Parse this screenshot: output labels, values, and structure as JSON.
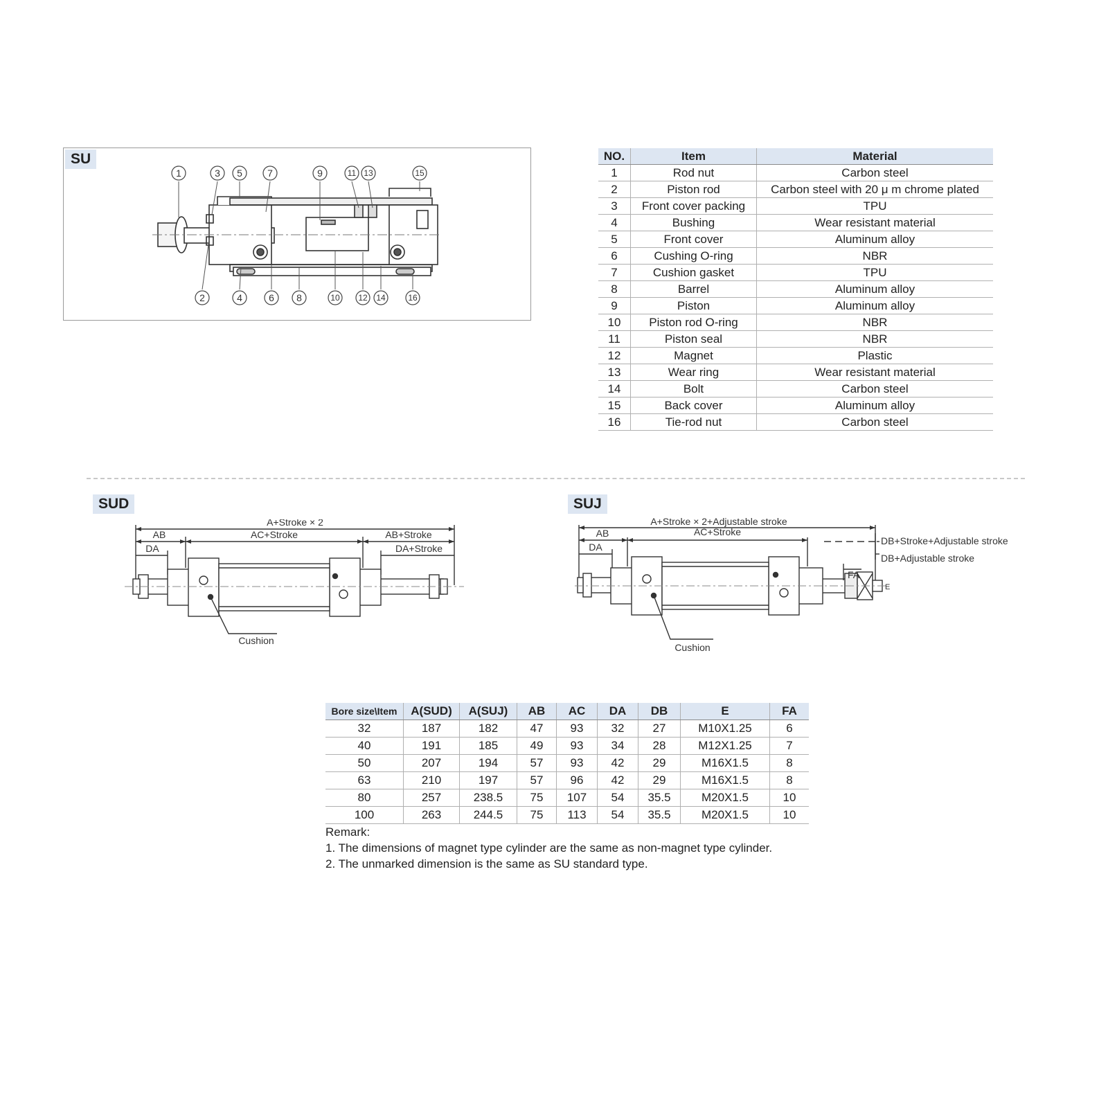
{
  "su": {
    "label": "SU",
    "callouts_top": [
      "1",
      "3",
      "5",
      "7",
      "9",
      "11",
      "13",
      "15"
    ],
    "callouts_bottom": [
      "2",
      "4",
      "6",
      "8",
      "10",
      "12",
      "14",
      "16"
    ]
  },
  "parts_table": {
    "headers": [
      "NO.",
      "Item",
      "Material"
    ],
    "rows": [
      [
        "1",
        "Rod nut",
        "Carbon steel"
      ],
      [
        "2",
        "Piston rod",
        "Carbon steel with 20 μ m chrome plated"
      ],
      [
        "3",
        "Front cover packing",
        "TPU"
      ],
      [
        "4",
        "Bushing",
        "Wear resistant material"
      ],
      [
        "5",
        "Front cover",
        "Aluminum alloy"
      ],
      [
        "6",
        "Cushing O-ring",
        "NBR"
      ],
      [
        "7",
        "Cushion gasket",
        "TPU"
      ],
      [
        "8",
        "Barrel",
        "Aluminum alloy"
      ],
      [
        "9",
        "Piston",
        "Aluminum alloy"
      ],
      [
        "10",
        "Piston rod O-ring",
        "NBR"
      ],
      [
        "11",
        "Piston seal",
        "NBR"
      ],
      [
        "12",
        "Magnet",
        "Plastic"
      ],
      [
        "13",
        "Wear ring",
        "Wear resistant material"
      ],
      [
        "14",
        "Bolt",
        "Carbon steel"
      ],
      [
        "15",
        "Back cover",
        "Aluminum alloy"
      ],
      [
        "16",
        "Tie-rod nut",
        "Carbon steel"
      ]
    ]
  },
  "sud": {
    "label": "SUD",
    "dim_total": "A+Stroke × 2",
    "dim_ab": "AB",
    "dim_ac": "AC+Stroke",
    "dim_ab_stroke": "AB+Stroke",
    "dim_da": "DA",
    "dim_da_stroke": "DA+Stroke",
    "cushion": "Cushion"
  },
  "suj": {
    "label": "SUJ",
    "dim_total": "A+Stroke × 2+Adjustable stroke",
    "dim_ab": "AB",
    "dim_ac": "AC+Stroke",
    "dim_da": "DA",
    "dim_db_stroke": "DB+Stroke+Adjustable stroke",
    "dim_db": "DB+Adjustable stroke",
    "dim_fa": "FA",
    "dim_e": "E",
    "cushion": "Cushion"
  },
  "dims_table": {
    "headers": [
      "Bore size\\Item",
      "A(SUD)",
      "A(SUJ)",
      "AB",
      "AC",
      "DA",
      "DB",
      "E",
      "FA"
    ],
    "rows": [
      [
        "32",
        "187",
        "182",
        "47",
        "93",
        "32",
        "27",
        "M10X1.25",
        "6"
      ],
      [
        "40",
        "191",
        "185",
        "49",
        "93",
        "34",
        "28",
        "M12X1.25",
        "7"
      ],
      [
        "50",
        "207",
        "194",
        "57",
        "93",
        "42",
        "29",
        "M16X1.5",
        "8"
      ],
      [
        "63",
        "210",
        "197",
        "57",
        "96",
        "42",
        "29",
        "M16X1.5",
        "8"
      ],
      [
        "80",
        "257",
        "238.5",
        "75",
        "107",
        "54",
        "35.5",
        "M20X1.5",
        "10"
      ],
      [
        "100",
        "263",
        "244.5",
        "75",
        "113",
        "54",
        "35.5",
        "M20X1.5",
        "10"
      ]
    ]
  },
  "remarks": {
    "title": "Remark:",
    "lines": [
      "1. The dimensions of magnet type cylinder are the same as non-magnet type cylinder.",
      "2. The unmarked dimension is the same as SU standard type."
    ]
  },
  "colors": {
    "header_fill": "#dde6f2",
    "line": "#333333",
    "rule": "#b0b0b0"
  }
}
